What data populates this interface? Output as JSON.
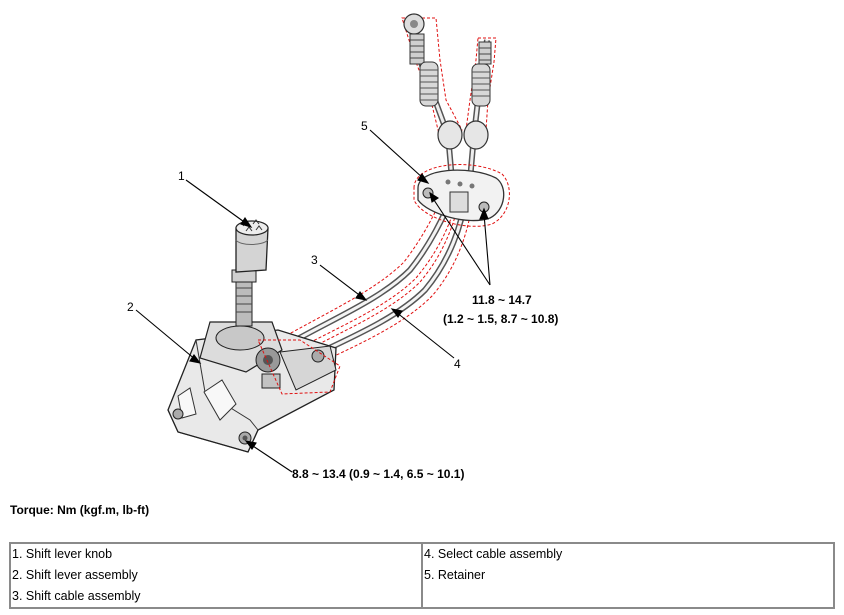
{
  "callouts": [
    "1",
    "2",
    "3",
    "4",
    "5"
  ],
  "torques": {
    "retainer_value": "11.8 ~ 14.7",
    "retainer_units": "(1.2 ~ 1.5, 8.7 ~ 10.8)",
    "lever_assembly": "8.8 ~ 13.4 (0.9 ~ 1.4, 6.5 ~ 10.1)"
  },
  "torque_title": "Torque: Nm (kgf.m, lb-ft)",
  "legend": {
    "left": [
      "1. Shift lever knob",
      "2. Shift lever assembly",
      "3. Shift cable assembly"
    ],
    "right": [
      "4. Select cable assembly",
      "5. Retainer"
    ]
  }
}
